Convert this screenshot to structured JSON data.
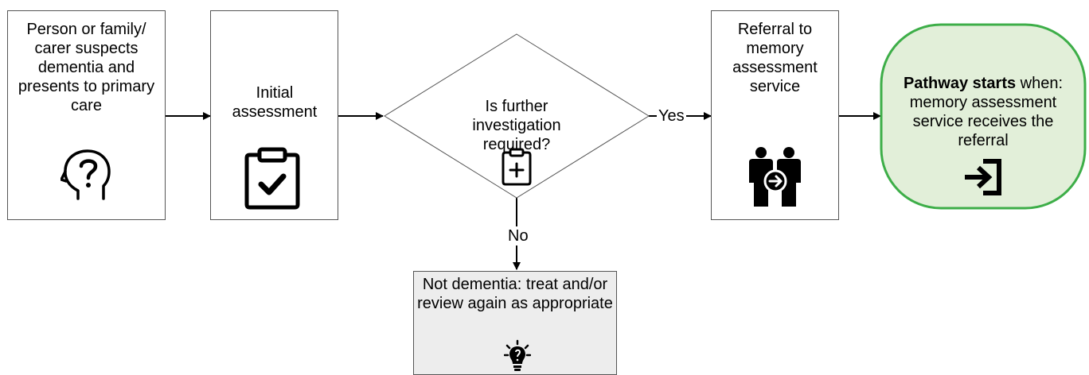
{
  "nodes": {
    "person": {
      "text": "Person or family/ carer suspects dementia and presents to primary care",
      "icon": "head-question-icon"
    },
    "assessment": {
      "text": "Initial assessment",
      "icon": "clipboard-check-icon"
    },
    "decision": {
      "text": "Is further investigation required?",
      "icon": "clipboard-plus-icon"
    },
    "referral": {
      "text": "Referral to memory assessment service",
      "icon": "people-referral-icon"
    },
    "pathway": {
      "bold": "Pathway starts",
      "text": " when: memory assessment service receives the referral",
      "icon": "sign-in-arrow-icon"
    },
    "not_dementia": {
      "text": "Not dementia: treat and/or review again as appropriate",
      "icon": "lightbulb-icon"
    }
  },
  "edges": {
    "yes": "Yes",
    "no": "No"
  },
  "colors": {
    "pathway_fill": "#e2efd9",
    "pathway_border": "#3dae48",
    "not_dementia_fill": "#ededed"
  }
}
